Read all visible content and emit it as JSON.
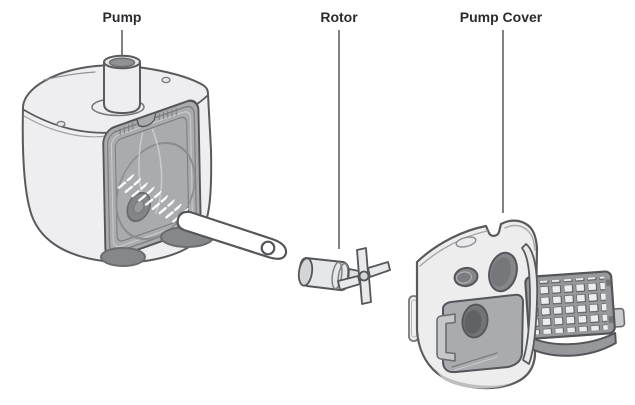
{
  "background_color": "#ffffff",
  "palette": {
    "label_text": "#2d2b2f",
    "outline": "#595a5c",
    "body_light_gray": "#ededee",
    "panel_medium_gray": "#a9abae",
    "part_dark_gray": "#85878a",
    "grille_gray": "#96989b",
    "suction_cup_gray": "#85878a"
  },
  "parts": [
    {
      "id": "pump",
      "label": "Pump"
    },
    {
      "id": "rotor",
      "label": "Rotor"
    },
    {
      "id": "pump-cover",
      "label": "Pump Cover"
    }
  ]
}
